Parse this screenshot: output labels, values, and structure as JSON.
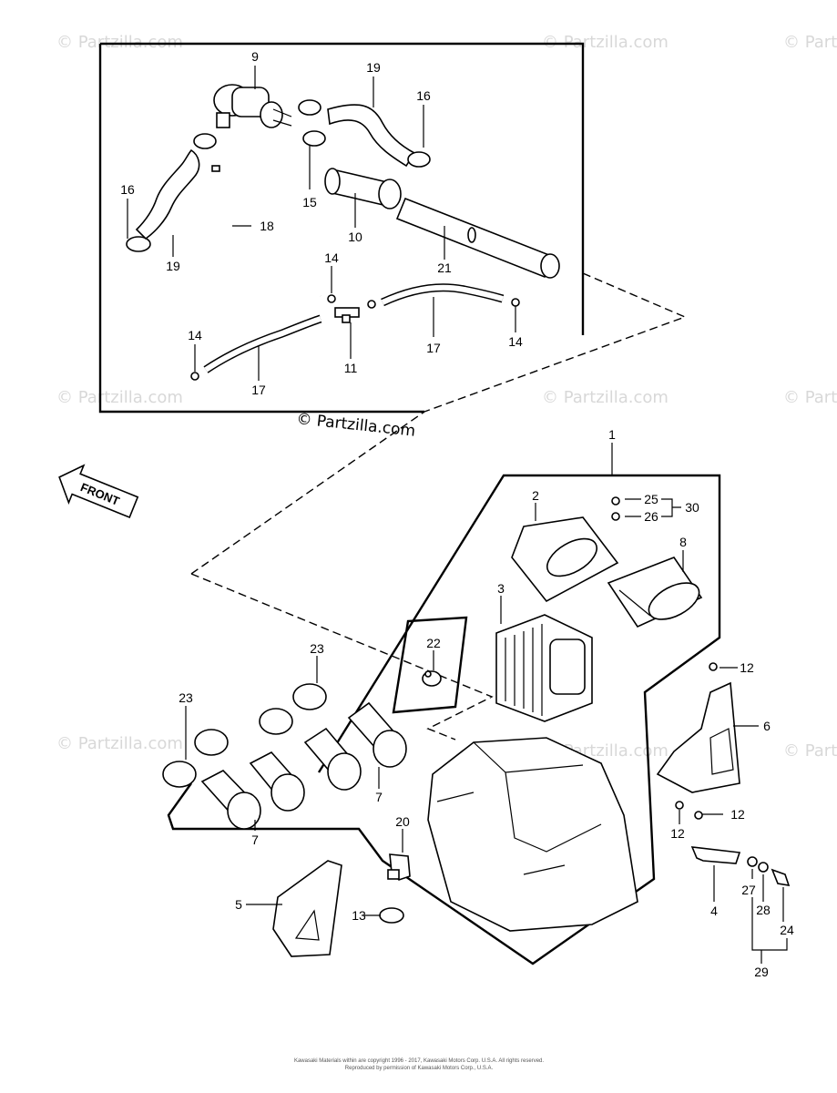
{
  "watermark": {
    "text": "© Partzilla.com",
    "main_text": "© Partzilla.com"
  },
  "front_label": "FRONT",
  "callouts": {
    "c9": "9",
    "c19a": "19",
    "c16a": "16",
    "c16b": "16",
    "c15": "15",
    "c18": "18",
    "c10": "10",
    "c19b": "19",
    "c14a": "14",
    "c21": "21",
    "c14b": "14",
    "c14c": "14",
    "c17a": "17",
    "c17b": "17",
    "c11": "11",
    "c1": "1",
    "c2": "2",
    "c25": "25",
    "c30": "30",
    "c26": "26",
    "c8": "8",
    "c3": "3",
    "c22": "22",
    "c23a": "23",
    "c23b": "23",
    "c12a": "12",
    "c6": "6",
    "c12b": "12",
    "c12c": "12",
    "c7a": "7",
    "c7b": "7",
    "c20": "20",
    "c5": "5",
    "c13": "13",
    "c4": "4",
    "c27": "27",
    "c28": "28",
    "c24": "24",
    "c29": "29"
  },
  "copyright": {
    "line1": "Kawasaki Materials within are copyright 1996 - 2017, Kawasaki Motors Corp. U.S.A. All rights reserved.",
    "line2": "Reproduced by permission of Kawasaki Motors Corp., U.S.A."
  }
}
